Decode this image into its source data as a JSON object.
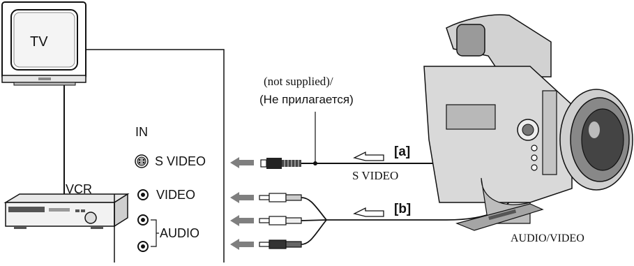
{
  "labels": {
    "tv": "TV",
    "vcr": "VCR",
    "in": "IN",
    "s_video_jack": "S VIDEO",
    "video_jack": "VIDEO",
    "audio_jack": "AUDIO",
    "not_supplied_en": "(not supplied)/",
    "not_supplied_ru": "(Не прилагается)",
    "marker_a": "[a]",
    "marker_b": "[b]",
    "s_video_cable": "S VIDEO",
    "audio_video": "AUDIO/VIDEO"
  },
  "colors": {
    "line": "#111111",
    "arrow": "#7f7f7f",
    "device_fill": "#d9d9d9",
    "device_dark": "#8c8c8c"
  }
}
